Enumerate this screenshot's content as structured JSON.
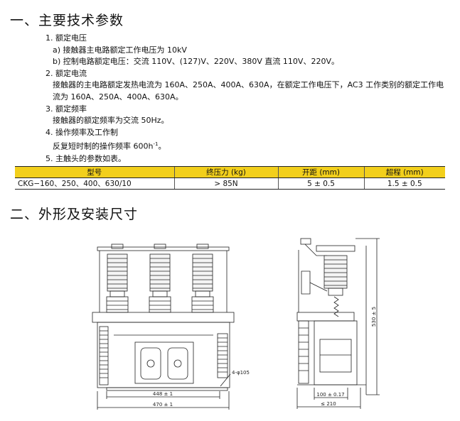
{
  "section1": {
    "title": "一、主要技术参数"
  },
  "specs": {
    "s1": "1. 额定电压",
    "s1a": "a) 接触器主电路额定工作电压为 10kV",
    "s1b": "b) 控制电路额定电压：交流 110V、(127)V、220V、380V 直流 110V、220V。",
    "s2": "2. 额定电流",
    "s2a": "接触器的主电路额定发热电流为 160A、250A、400A、630A，在额定工作电压下，AC3 工作类别的额定工作电",
    "s2b": "流为 160A、250A、400A、630A。",
    "s3": "3. 额定频率",
    "s3a": "接触器的额定频率为交流 50Hz。",
    "s4": "4. 操作频率及工作制",
    "s4a_pre": "反复短时制的操作频率 600h",
    "s4a_sup": "-1",
    "s4a_post": "。",
    "s5": "5. 主触头的参数如表。"
  },
  "table": {
    "headers": [
      "型号",
      "终压力 (kg)",
      "开距 (mm)",
      "超程 (mm)"
    ],
    "row": [
      "CKG−160、250、400、630/10",
      "> 85N",
      "5 ± 0.5",
      "1.5 ± 0.5"
    ]
  },
  "section2": {
    "title": "二、外形及安装尺寸"
  },
  "drawing": {
    "dim_448": "448 ± 1",
    "dim_470": "470 ± 1",
    "holes": "4-φ105",
    "dim_530": "530 ± 5",
    "dim_100": "100 ± 0.17",
    "dim_210": "≤ 210"
  }
}
